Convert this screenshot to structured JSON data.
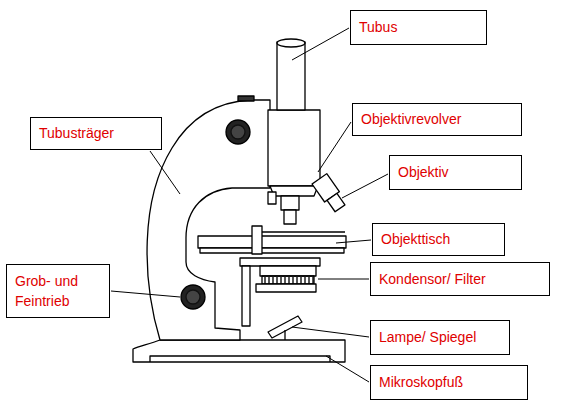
{
  "diagram": {
    "nodes": [
      {
        "text": [
          "Tubus"
        ]
      },
      {
        "text": [
          "Objektivrevolver"
        ]
      },
      {
        "text": [
          "Tubusträger"
        ]
      },
      {
        "text": [
          "Objektiv"
        ]
      },
      {
        "text": [
          "Objekttisch"
        ]
      },
      {
        "text": [
          "Kondensor/ Filter"
        ]
      },
      {
        "text": [
          "Grob- und Feintrieb"
        ]
      },
      {
        "text": [
          "Lampe/ Spiegel"
        ]
      },
      {
        "text": [
          "Mikroskopfuß"
        ]
      }
    ]
  }
}
